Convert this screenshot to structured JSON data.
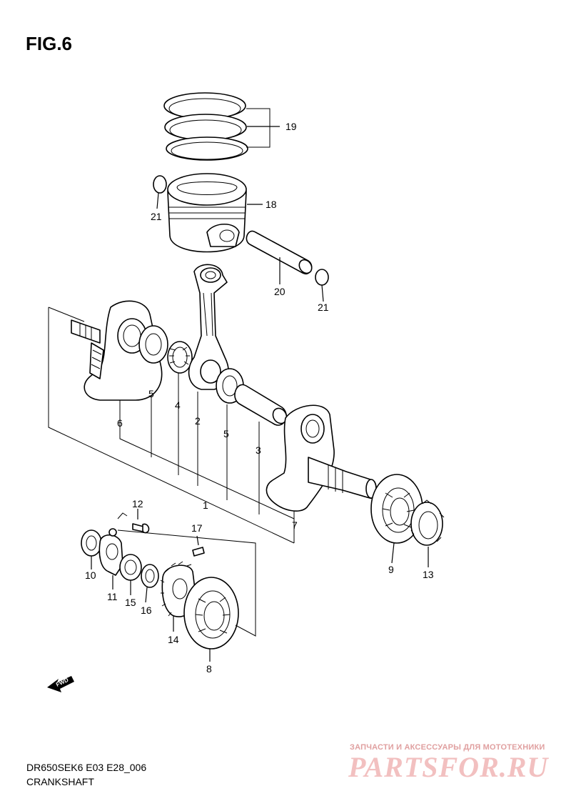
{
  "figure": {
    "title": "FIG.6"
  },
  "callouts": {
    "c1": "1",
    "c2": "2",
    "c3": "3",
    "c4": "4",
    "c5a": "5",
    "c5b": "5",
    "c6": "6",
    "c7": "7",
    "c8": "8",
    "c9": "9",
    "c10": "10",
    "c11": "11",
    "c12": "12",
    "c13": "13",
    "c14": "14",
    "c15": "15",
    "c16": "16",
    "c17": "17",
    "c18": "18",
    "c19": "19",
    "c20": "20",
    "c21a": "21",
    "c21b": "21"
  },
  "fwd_label": "FWD",
  "footer": {
    "model_code": "DR650SEK6 E03 E28_006",
    "caption": "CRANKSHAFT"
  },
  "watermark": {
    "tagline": "ЗАПЧАСТИ И АКСЕССУАРЫ ДЛЯ МОТОТЕХНИКИ",
    "logo": "PARTSFOR.RU"
  }
}
